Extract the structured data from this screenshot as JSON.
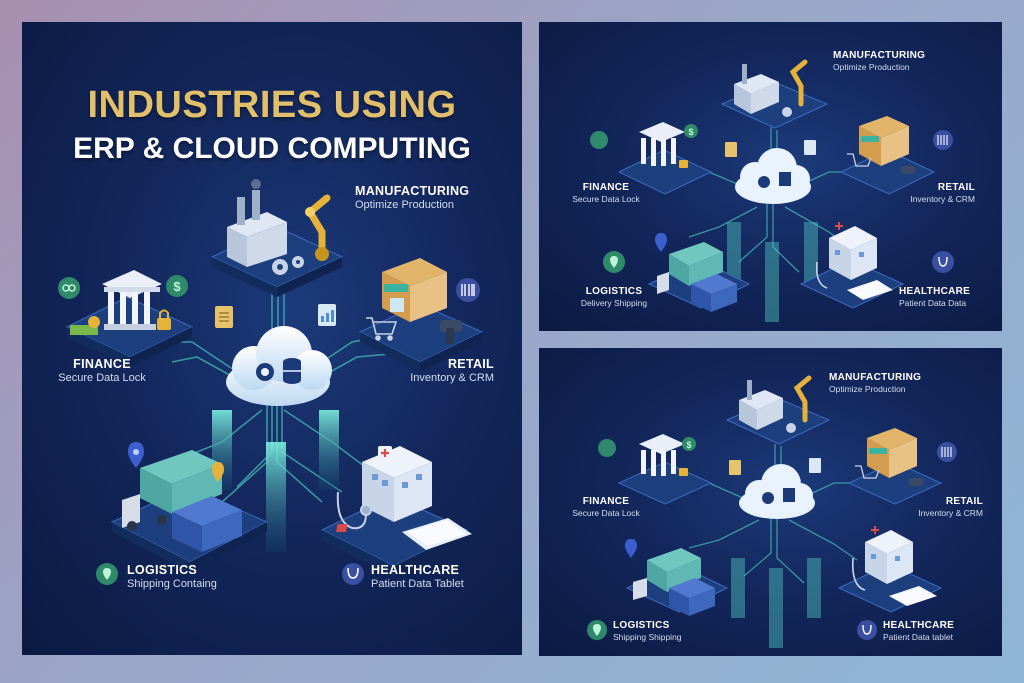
{
  "main": {
    "title_line1": "INDUSTRIES USING",
    "title_line2": "ERP & CLOUD COMPUTING",
    "manufacturing": {
      "title": "MANUFACTURING",
      "subtitle": "Optimize Production"
    },
    "finance": {
      "title": "FINANCE",
      "subtitle": "Secure Data Lock"
    },
    "retail": {
      "title": "RETAIL",
      "subtitle": "Inventory & CRM"
    },
    "logistics": {
      "title": "LOGISTICS",
      "subtitle": "Shipping Containg"
    },
    "healthcare": {
      "title": "HEALTHCARE",
      "subtitle": "Patient Data Tablet"
    }
  },
  "top_right": {
    "manufacturing": {
      "title": "MANUFACTURING",
      "subtitle": "Optimize Production"
    },
    "finance": {
      "title": "FINANCE",
      "subtitle": "Secure Data Lock"
    },
    "retail": {
      "title": "RETAIL",
      "subtitle": "Inventory & CRM"
    },
    "logistics": {
      "title": "LOGISTICS",
      "subtitle": "Delivery Shipping"
    },
    "healthcare": {
      "title": "HEALTHCARE",
      "subtitle": "Patient Data Data"
    }
  },
  "bottom_right": {
    "manufacturing": {
      "title": "MANUFACTURING",
      "subtitle": "Optimize Production"
    },
    "finance": {
      "title": "FINANCE",
      "subtitle": "Secure Data Lock"
    },
    "retail": {
      "title": "RETAIL",
      "subtitle": "Inventory & CRM"
    },
    "logistics": {
      "title": "LOGISTICS",
      "subtitle": "Shipping Shipping"
    },
    "healthcare": {
      "title": "HEALTHCARE",
      "subtitle": "Patient Data tablet"
    }
  },
  "colors": {
    "title_gold": "#e2bf6a",
    "panel_dark": "#0b1a42",
    "circuit_teal": "#3fb8b0",
    "cloud_white": "#e8f3ff"
  },
  "icons": [
    "factory-icon",
    "robot-arm-icon",
    "gear-icon",
    "bank-icon",
    "dollar-icon",
    "padlock-icon",
    "store-icon",
    "shopping-cart-icon",
    "barcode-icon",
    "cloud-database-icon",
    "truck-icon",
    "shipping-container-icon",
    "location-pin-icon",
    "hospital-icon",
    "stethoscope-icon",
    "tablet-icon"
  ]
}
